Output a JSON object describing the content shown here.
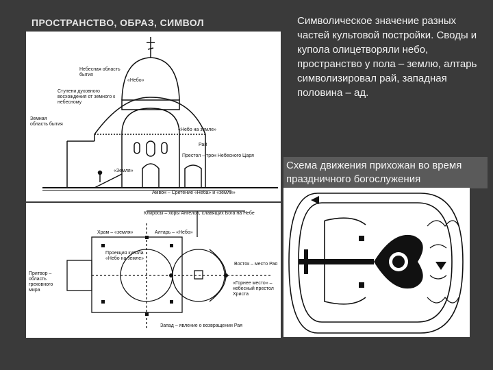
{
  "title": "ПРОСТРАНСТВО, ОБРАЗ, СИМВОЛ",
  "caption": "Символическое значение разных частей культовой постройки. Своды и купола олицетворяли небо, пространство у пола – землю, алтарь символизировал рай, западная половина – ад.",
  "subcaption": "Схема движения прихожан во время праздничного богослужения",
  "section_labels": {
    "heaven_area": "Небесная область бытия",
    "sky_dome": "«Небо»",
    "steps": "Ступени духовного восхождения от земного к небесному",
    "earth_area": "Земная область бытия",
    "heaven_on_earth": "«Небо на земле»",
    "paradise": "Рай",
    "throne": "Престол – трон Небесного Царя",
    "earth": "«Земля»",
    "ambo": "Амвон – Сретение «Неба» и «земли»"
  },
  "plan_labels": {
    "kliros": "Клиросы – хоры Ангелов, славящих Бога на Небе",
    "temple_earth": "Храм – «земля»",
    "altar": "Алтарь – «Небо»",
    "dome_projection": "Проекция купола «Небо на земле»",
    "narthex": "Притвор – область греховного мира",
    "east": "Восток – место Рая",
    "high_place": "«Горнее место» – небесный престол Христа",
    "west": "Запад – явление о возвращении Рая"
  }
}
